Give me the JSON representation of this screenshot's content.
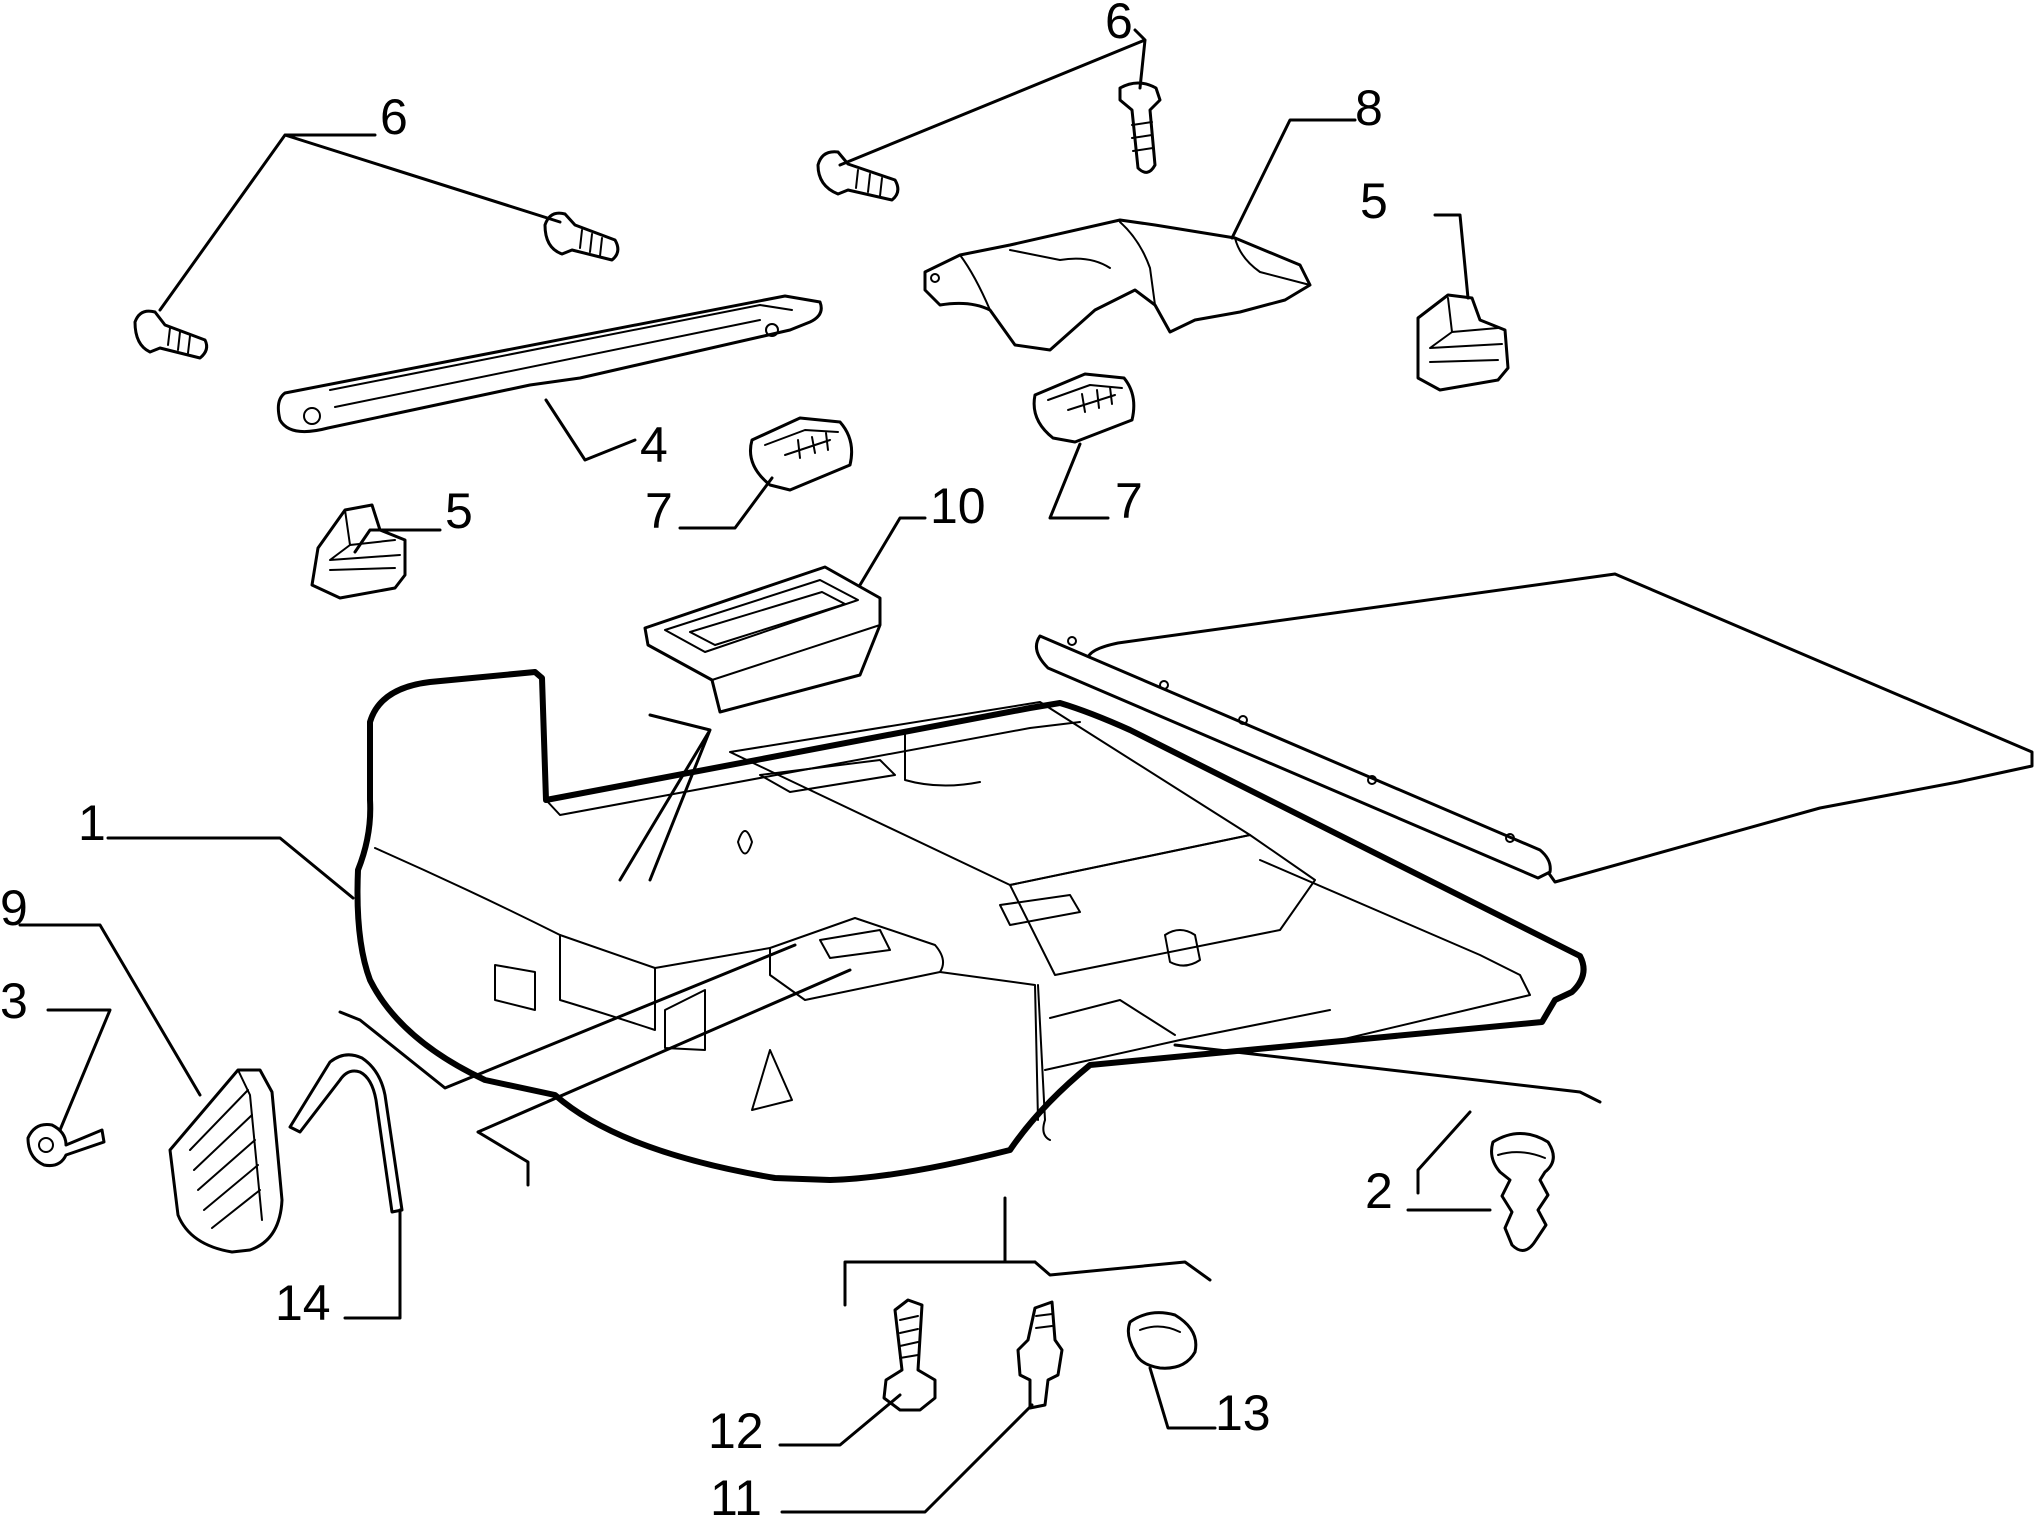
{
  "callouts": {
    "c1": "1",
    "c2": "2",
    "c3": "3",
    "c4": "4",
    "c5a": "5",
    "c5b": "5",
    "c6a": "6",
    "c6b": "6",
    "c7a": "7",
    "c7b": "7",
    "c8": "8",
    "c9": "9",
    "c10": "10",
    "c11": "11",
    "c12": "12",
    "c13": "13",
    "c14": "14"
  }
}
